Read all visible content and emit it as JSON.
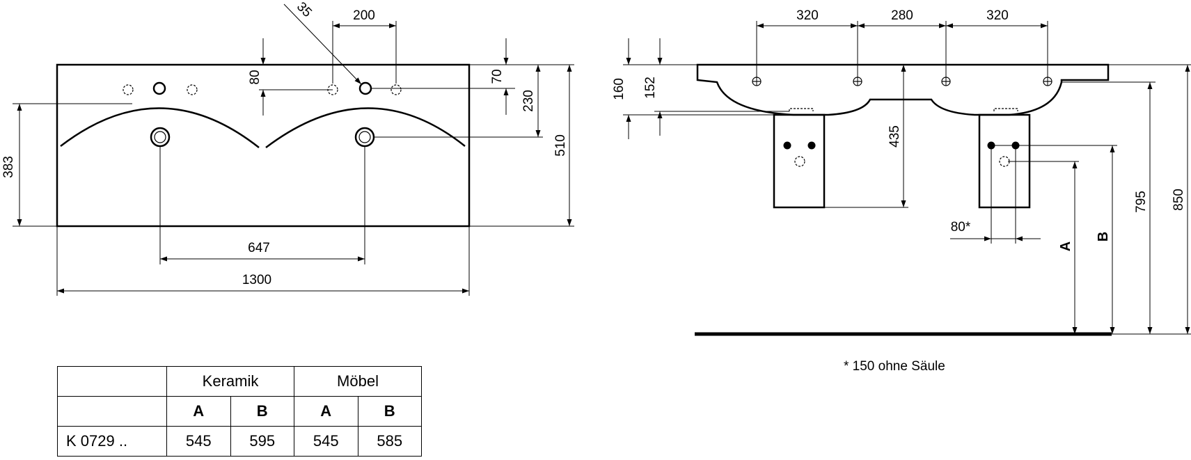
{
  "plan_view": {
    "dims": {
      "d35": "35",
      "d200": "200",
      "d80": "80",
      "d70": "70",
      "d230": "230",
      "d510": "510",
      "d383": "383",
      "d647": "647",
      "d1300": "1300"
    }
  },
  "side_view": {
    "dims": {
      "d320a": "320",
      "d280": "280",
      "d320b": "320",
      "d160": "160",
      "d152": "152",
      "d435": "435",
      "d795": "795",
      "d850": "850",
      "d80s": "80*"
    },
    "labels": {
      "a": "A",
      "b": "B"
    },
    "footnote": "* 150 ohne Säule"
  },
  "table": {
    "group_headers": [
      "Keramik",
      "Möbel"
    ],
    "sub_headers": [
      "A",
      "B",
      "A",
      "B"
    ],
    "row": {
      "code": "K 0729 ..",
      "values": [
        "545",
        "595",
        "545",
        "585"
      ]
    }
  }
}
